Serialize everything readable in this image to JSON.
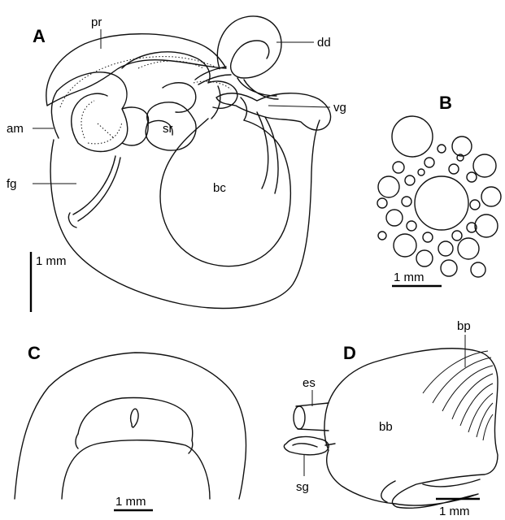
{
  "panels": {
    "a": {
      "label": "A",
      "scale_label": "1 mm",
      "parts": {
        "pr": "pr",
        "dd": "dd",
        "am": "am",
        "vg": "vg",
        "sr": "sr",
        "fg": "fg",
        "bc": "bc"
      }
    },
    "b": {
      "label": "B",
      "scale_label": "1 mm"
    },
    "c": {
      "label": "C",
      "scale_label": "1 mm"
    },
    "d": {
      "label": "D",
      "scale_label": "1 mm",
      "parts": {
        "bp": "bp",
        "es": "es",
        "bb": "bb",
        "sg": "sg"
      }
    }
  }
}
